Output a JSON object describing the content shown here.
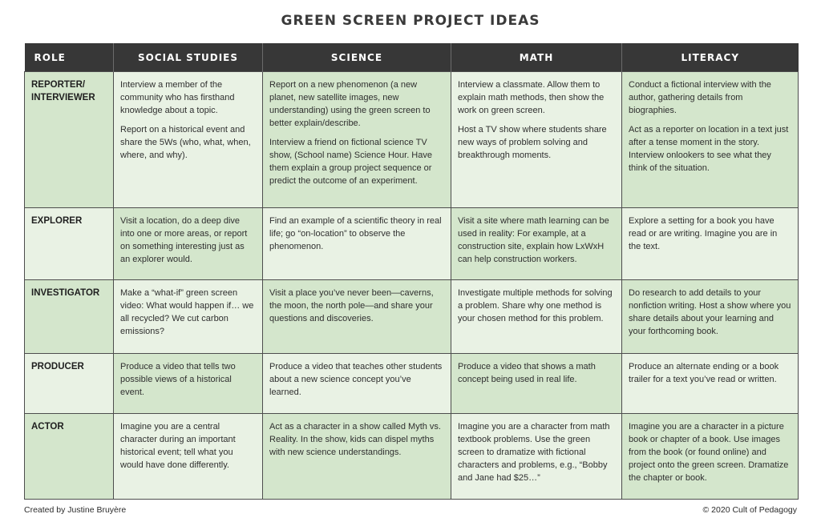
{
  "title": "GREEN SCREEN PROJECT IDEAS",
  "headers": [
    "ROLE",
    "SOCIAL STUDIES",
    "SCIENCE",
    "MATH",
    "LITERACY"
  ],
  "rows": [
    {
      "role": [
        "REPORTER/",
        "INTERVIEWER"
      ],
      "social_studies": [
        "Interview a member of the community who has firsthand knowledge about a topic.",
        "Report on a historical event and share the 5Ws (who, what, when, where, and why)."
      ],
      "science": [
        "Report on a new phenomenon (a new planet, new satellite images, new understanding) using the green screen to better explain/describe.",
        "Interview a friend on fictional science TV show, (School name) Science Hour. Have them explain a group project sequence or predict the outcome of an experiment."
      ],
      "math": [
        "Interview a classmate. Allow them to explain math methods, then show the work on green screen.",
        "Host a TV show where students share new ways of problem solving and breakthrough moments."
      ],
      "literacy": [
        "Conduct a fictional interview with the author, gathering details from biographies.",
        "Act as a reporter on location in a text just after a tense moment in the story. Interview onlookers to see what they think of the situation."
      ]
    },
    {
      "role": [
        "EXPLORER"
      ],
      "social_studies": [
        "Visit a location, do a deep dive into one or more areas, or report on something interesting just as an explorer would."
      ],
      "science": [
        "Find an example of a scientific theory in real life; go “on-location” to observe the phenomenon."
      ],
      "math": [
        "Visit a site where math learning can be used in reality: For example, at a construction site, explain how LxWxH can help construction workers."
      ],
      "literacy": [
        "Explore a setting for a book you have read or are writing. Imagine you are in the text."
      ]
    },
    {
      "role": [
        "INVESTIGATOR"
      ],
      "social_studies": [
        "Make a “what-if” green screen video: What would happen if… we all recycled? We cut carbon emissions?"
      ],
      "science": [
        "Visit a place you’ve never been—caverns, the moon, the north pole—and share your questions and discoveries."
      ],
      "math": [
        "Investigate multiple methods for solving a problem. Share why one method is your chosen method for this problem."
      ],
      "literacy": [
        "Do research to add details to your nonfiction writing. Host a show where you share details about your learning and your forthcoming book."
      ]
    },
    {
      "role": [
        "PRODUCER"
      ],
      "social_studies": [
        "Produce a video that tells two possible views of a historical event."
      ],
      "science": [
        "Produce a video that teaches other students about a new science concept you’ve learned."
      ],
      "math": [
        "Produce a video that shows a math concept being used in real life."
      ],
      "literacy": [
        "Produce an alternate ending or a book trailer for a text you’ve read or written."
      ]
    },
    {
      "role": [
        "ACTOR"
      ],
      "social_studies": [
        "Imagine you are a central character during an important historical event; tell what you would have done differently."
      ],
      "science": [
        "Act as a character in a show called Myth vs. Reality. In the show, kids can dispel myths with new science understandings."
      ],
      "math": [
        "Imagine you are a character from math textbook problems. Use the green screen to dramatize with fictional characters and problems, e.g., “Bobby and Jane had $25…”"
      ],
      "literacy": [
        "Imagine you are a character in a picture book or chapter of a book. Use images from the book (or found online) and project onto the green screen. Dramatize the chapter or book."
      ]
    }
  ],
  "footer": {
    "credit": "Created by Justine Bruyère",
    "copyright": "© 2020 Cult of Pedagogy"
  },
  "colors": {
    "header_bg": "#373737",
    "cell_green": "#d4e6cc",
    "cell_pale": "#e9f2e4"
  }
}
